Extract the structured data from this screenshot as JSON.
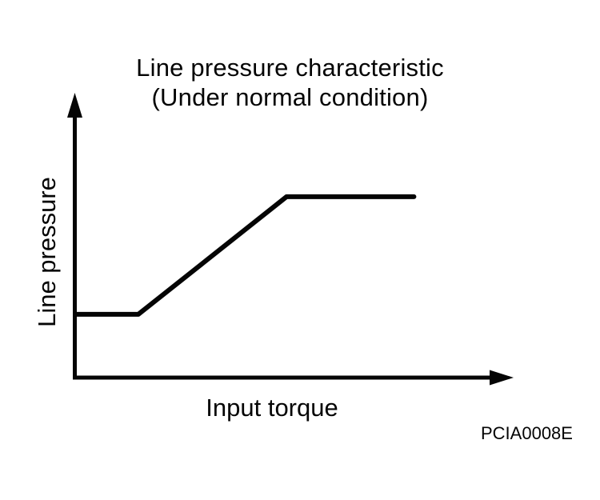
{
  "figure": {
    "title_line1": "Line pressure characteristic",
    "title_line2": "(Under normal condition)",
    "y_axis_label": "Line pressure",
    "x_axis_label": "Input torque",
    "figure_code": "PCIA0008E"
  },
  "colors": {
    "ink": "#050505",
    "background": "#ffffff"
  },
  "chart_data": {
    "type": "line",
    "title": "Line pressure characteristic (Under normal condition)",
    "xlabel": "Input torque",
    "ylabel": "Line pressure",
    "grid": false,
    "legend_position": "none",
    "tick_labels": "none (qualitative characteristic curve)",
    "axis_style": "arrowed x and y axes from origin",
    "xlim": [
      0,
      1
    ],
    "ylim": [
      0,
      1
    ],
    "series": [
      {
        "name": "line-pressure-vs-input-torque",
        "description": "Pressure is constant at a low level for small input torque, rises linearly with torque, then saturates at a constant high level",
        "points_normalized": [
          [
            0.0,
            0.225
          ],
          [
            0.143,
            0.225
          ],
          [
            0.483,
            0.638
          ],
          [
            0.775,
            0.638
          ]
        ]
      }
    ]
  }
}
